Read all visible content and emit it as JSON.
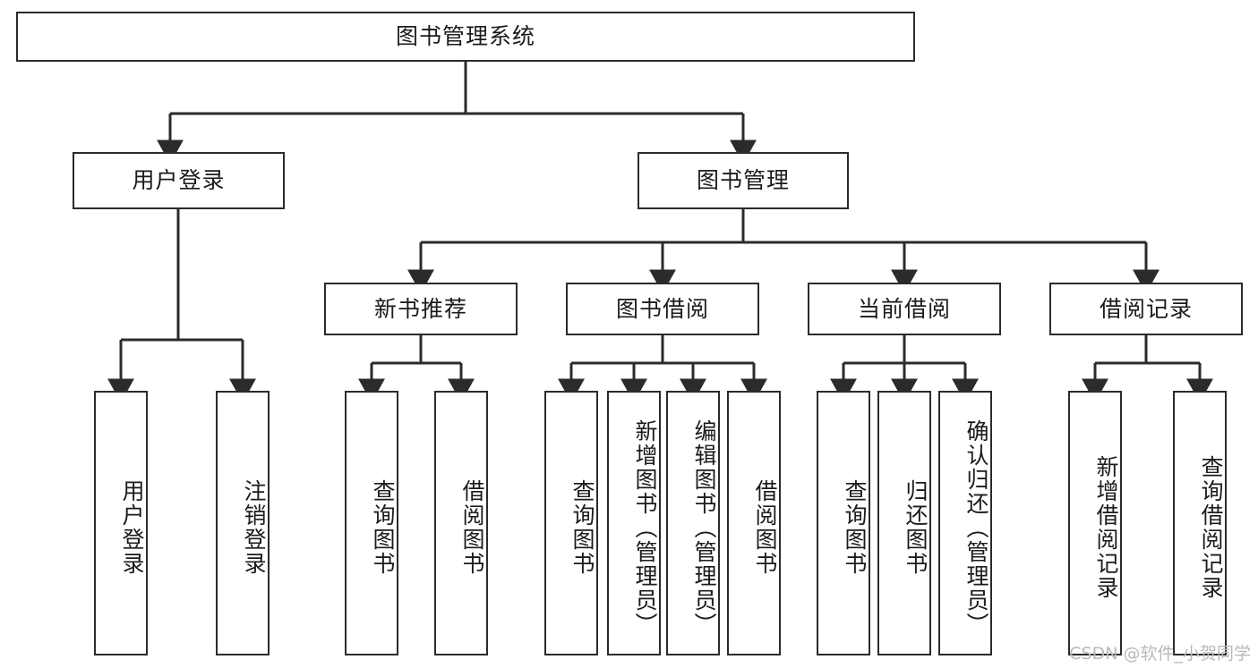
{
  "diagram": {
    "title": "图书管理系统",
    "type": "hierarchy-tree",
    "root": {
      "label": "图书管理系统",
      "orientation": "horizontal"
    },
    "level2": [
      {
        "label": "用户登录",
        "orientation": "horizontal"
      },
      {
        "label": "图书管理",
        "orientation": "horizontal"
      }
    ],
    "level3": [
      {
        "label": "新书推荐",
        "orientation": "horizontal"
      },
      {
        "label": "图书借阅",
        "orientation": "horizontal"
      },
      {
        "label": "当前借阅",
        "orientation": "horizontal"
      },
      {
        "label": "借阅记录",
        "orientation": "horizontal"
      }
    ],
    "leaves": {
      "user_login": [
        {
          "label": "用户登录",
          "orientation": "vertical"
        },
        {
          "label": "注销登录",
          "orientation": "vertical"
        }
      ],
      "new_book_recommend": [
        {
          "label": "查询图书",
          "orientation": "vertical"
        },
        {
          "label": "借阅图书",
          "orientation": "vertical"
        }
      ],
      "book_borrow": [
        {
          "label": "查询图书",
          "orientation": "vertical"
        },
        {
          "label": "新增图书（管理员）",
          "orientation": "vertical"
        },
        {
          "label": "编辑图书（管理员）",
          "orientation": "vertical"
        },
        {
          "label": "借阅图书",
          "orientation": "vertical"
        }
      ],
      "current_borrow": [
        {
          "label": "查询图书",
          "orientation": "vertical"
        },
        {
          "label": "归还图书",
          "orientation": "vertical"
        },
        {
          "label": "确认归还（管理员）",
          "orientation": "vertical"
        }
      ],
      "borrow_record": [
        {
          "label": "新增借阅记录",
          "orientation": "vertical"
        },
        {
          "label": "查询借阅记录",
          "orientation": "vertical"
        }
      ]
    },
    "colors": {
      "stroke": "#2b2b2b",
      "box_fill": "#ffffff",
      "text": "#1b1b1b",
      "background": "#ffffff",
      "watermark": "#b9b9b9"
    }
  },
  "watermark": {
    "text": "CSDN @软件_小贺同学"
  }
}
